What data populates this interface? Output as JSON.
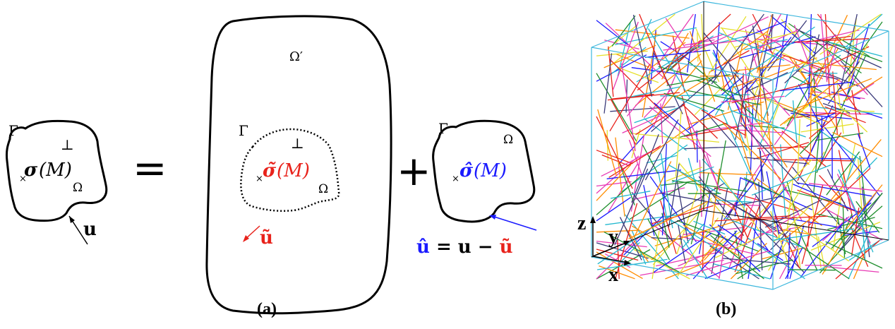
{
  "panel_a": {
    "body": {
      "gamma": "Γ",
      "perp": "⊥",
      "omega": "Ω",
      "point_mark": "×",
      "stress_sym": "σ",
      "stress_arg": "(M)",
      "disp": "u"
    },
    "equals": "=",
    "infinite": {
      "omega_prime": "Ω′",
      "gamma": "Γ",
      "perp": "⊥",
      "omega": "Ω",
      "point_mark": "×",
      "stress_sym": "σ̃",
      "stress_arg": "(M)",
      "disp": "ũ",
      "color": "#e8221b"
    },
    "plus": "+",
    "correction": {
      "gamma": "Γ",
      "omega": "Ω",
      "point_mark": "×",
      "stress_sym": "σ̂",
      "stress_arg": "(M)",
      "color": "#1a1aff",
      "eq_lhs": "û",
      "eq_mid": " = u − ",
      "eq_rhs": "ũ"
    },
    "caption": "(a)"
  },
  "panel_b": {
    "axis_z": "z",
    "axis_y": "y",
    "axis_x": "x",
    "box_color": "#3cb7dd",
    "fiber_colors": [
      "#e8221b",
      "#1f8f2e",
      "#1a1aff",
      "#e83ab4",
      "#e6e02a",
      "#22b8cf",
      "#ff8c00",
      "#3a3a7a"
    ],
    "caption": "(b)"
  }
}
